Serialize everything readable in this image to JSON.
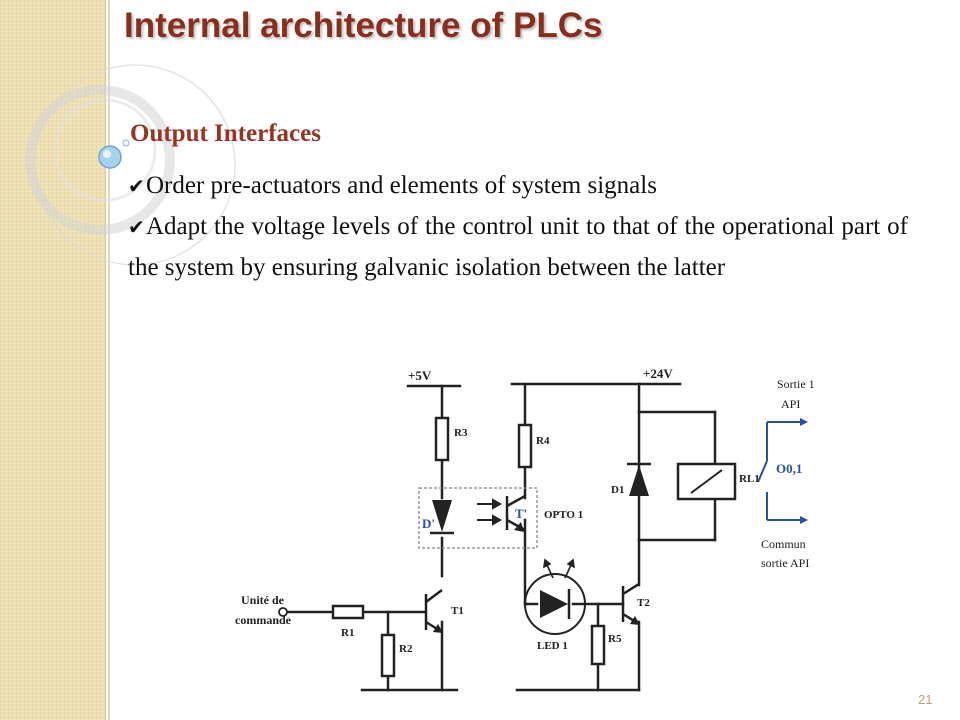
{
  "slide": {
    "title": "Internal architecture of PLCs",
    "subtitle": "Output Interfaces",
    "bullets": [
      "Order pre-actuators and elements of system signals",
      "Adapt the voltage levels of the control unit to that of the operational part of the system by ensuring galvanic isolation between the latter"
    ],
    "page_number": "21"
  },
  "circuit": {
    "labels": {
      "v5": "+5V",
      "v24": "+24V",
      "r1": "R1",
      "r2": "R2",
      "r3": "R3",
      "r4": "R4",
      "r5": "R5",
      "t1": "T1",
      "t2": "T2",
      "d1": "D1",
      "dprime": "D'",
      "tprime": "T'",
      "opto": "OPTO 1",
      "led": "LED 1",
      "rl1": "RL1",
      "o01": "O0,1",
      "input_line1": "Unité de",
      "input_line2": "commande",
      "sortie_line1": "Sortie 1",
      "sortie_line2": "API",
      "commun_line1": "Commun",
      "commun_line2": "sortie API"
    }
  },
  "colors": {
    "title": "#8b2d1c",
    "subtitle": "#9b3322",
    "contact_label": "#2a4fa8",
    "sidebar": "#efe0b3"
  }
}
